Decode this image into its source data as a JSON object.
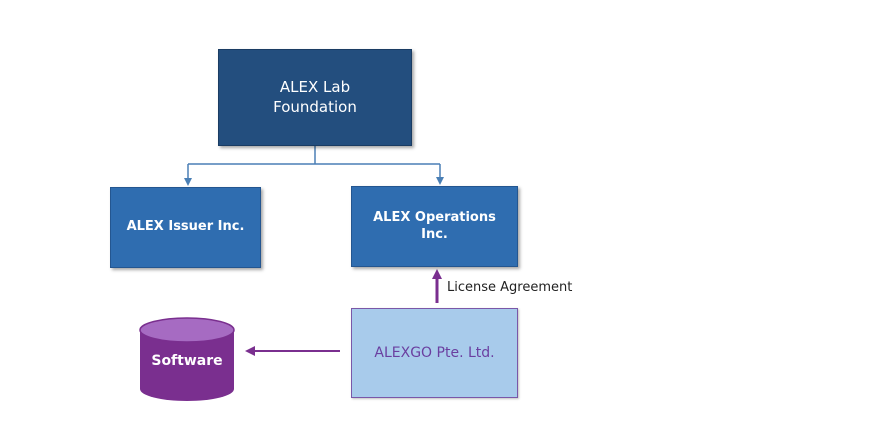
{
  "nodes": {
    "foundation": "ALEX Lab\nFoundation",
    "issuer": "ALEX Issuer Inc.",
    "operations": "ALEX Operations\nInc.",
    "alexgo": "ALEXGO Pte. Ltd.",
    "software": "Software"
  },
  "edges": {
    "license": "License Agreement"
  },
  "colors": {
    "dark_blue": "#234e7e",
    "mid_blue": "#2f6db0",
    "light_blue": "#a8cbeb",
    "purple": "#7a2f8f",
    "connector_blue": "#4a7fb5"
  }
}
